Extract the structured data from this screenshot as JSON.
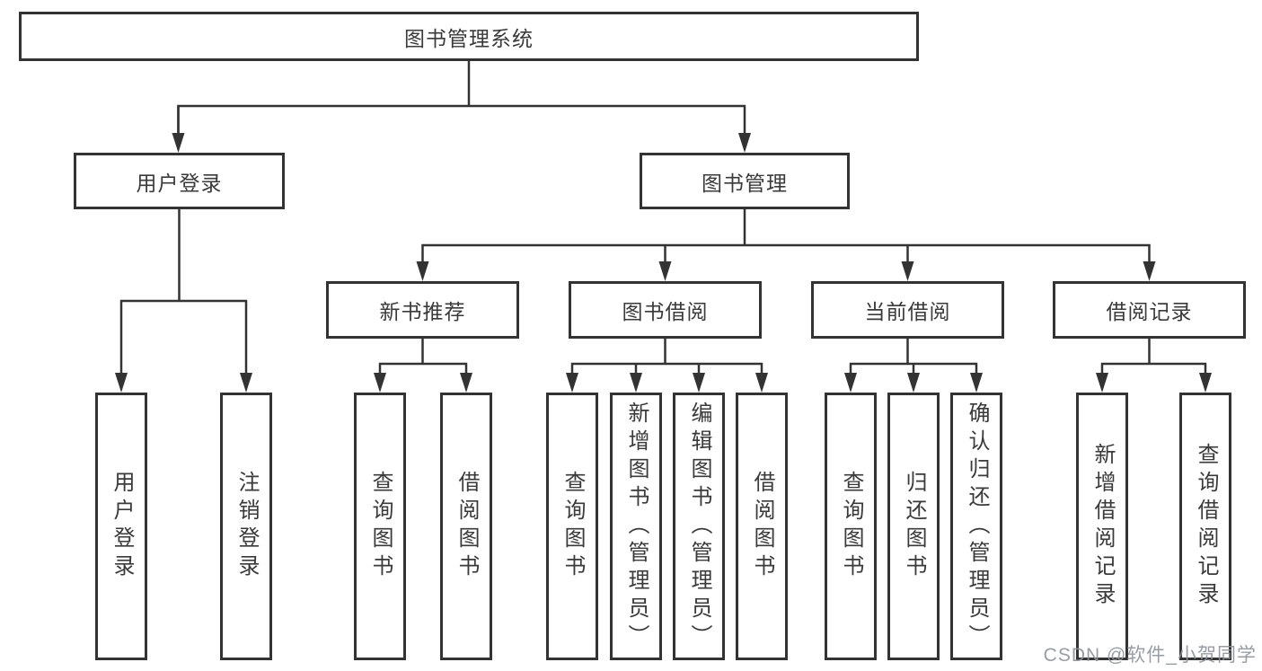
{
  "tree": {
    "root": {
      "label": "图书管理系统"
    },
    "user_login": {
      "label": "用户登录",
      "children": [
        {
          "label": "用户登录"
        },
        {
          "label": "注销登录"
        }
      ]
    },
    "book_management": {
      "label": "图书管理",
      "groups": [
        {
          "label": "新书推荐",
          "children": [
            {
              "label": "查询图书"
            },
            {
              "label": "借阅图书"
            }
          ]
        },
        {
          "label": "图书借阅",
          "children": [
            {
              "label": "查询图书"
            },
            {
              "label": "新增图书（管理员）"
            },
            {
              "label": "编辑图书（管理员）"
            },
            {
              "label": "借阅图书"
            }
          ]
        },
        {
          "label": "当前借阅",
          "children": [
            {
              "label": "查询图书"
            },
            {
              "label": "归还图书"
            },
            {
              "label": "确认归还（管理员）"
            }
          ]
        },
        {
          "label": "借阅记录",
          "children": [
            {
              "label": "新增借阅记录"
            },
            {
              "label": "查询借阅记录"
            }
          ]
        }
      ]
    }
  },
  "watermark": {
    "text": "CSDN @软件_小贺同学"
  },
  "colors": {
    "line": "#333333",
    "border": "#333333",
    "text": "#3a3a3a",
    "background": "#ffffff",
    "watermark": "#8d939b"
  }
}
